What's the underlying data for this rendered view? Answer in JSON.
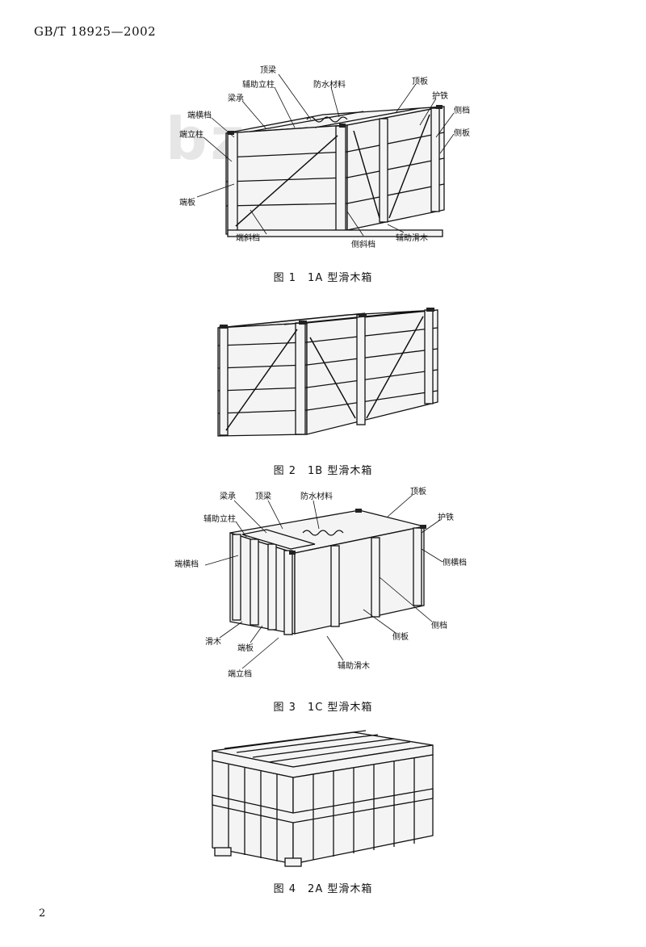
{
  "header": {
    "std_number": "GB/T 18925—2002"
  },
  "page_number": "2",
  "watermark": "bzzz",
  "figures": [
    {
      "caption": "图 1　1A 型滑木箱",
      "labels": {
        "dingliang": "顶梁",
        "fuzhu_lizhu": "辅助立柱",
        "fangshui": "防水材料",
        "dingban": "顶板",
        "jiancheng": "梁承",
        "hutie": "护铁",
        "duanheng": "端横档",
        "ceceng": "侧档",
        "duanlizhu": "端立柱",
        "ceban": "侧板",
        "duanban": "端板",
        "duanxie": "端斜档",
        "cexie": "侧斜档",
        "fuzhu_huamu": "辅助滑木"
      }
    },
    {
      "caption": "图 2　1B 型滑木箱"
    },
    {
      "caption": "图 3　1C 型滑木箱",
      "labels": {
        "liangcheng": "梁承",
        "dingliang": "顶梁",
        "fangshui": "防水材料",
        "dingban": "顶板",
        "fuzhu_lizhu": "辅助立柱",
        "hutie": "护铁",
        "duanheng": "端横档",
        "ceheng": "侧横档",
        "huamu": "滑木",
        "duanban": "端板",
        "ceban": "侧板",
        "celiao": "侧档",
        "duanlizhu": "端立档",
        "fuzhu_huamu": "辅助滑木"
      }
    },
    {
      "caption": "图 4　2A 型滑木箱"
    }
  ]
}
